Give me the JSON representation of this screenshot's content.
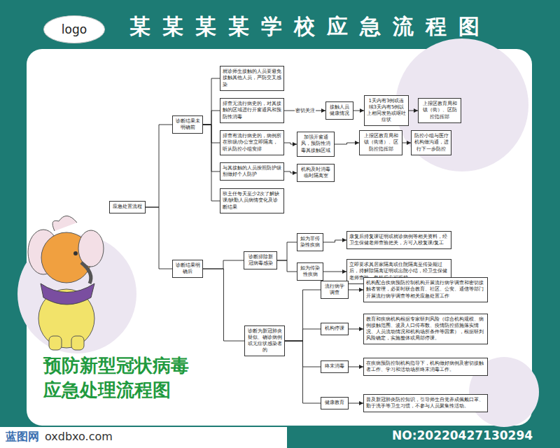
{
  "diagram": {
    "title": "某某某某学校应急流程图",
    "nodes": [
      {
        "text": [
          "应急处置流程"
        ]
      },
      {
        "text": [
          "诊断结果未明确前"
        ]
      },
      {
        "text": [
          "就诊师生接触的人员要避免接触其他人员，严防交叉感染"
        ]
      },
      {
        "text": [
          "排查无流行病史的，对其接触的区域进行开窗通风和预防性消毒"
        ]
      },
      {
        "text": [
          "接触人员健康情况"
        ]
      },
      {
        "text": [
          "1天内有3例或连续3天内有5例以上相同发热或呕吐症状"
        ]
      },
      {
        "text": [
          "上报区教育局和镇（街）、区防控指挥部"
        ]
      },
      {
        "text": [
          "排查有流行病史的，病例所在班级/办公室立即隔离，听从防控小组安排"
        ]
      },
      {
        "text": [
          "加强开窗通风，预防性消毒其接触区域"
        ]
      },
      {
        "text": [
          "上报区教育局和镇（街道）、区防控指挥部"
        ]
      },
      {
        "text": [
          "防控小组与医疗机构做沟通，进行下一步防控"
        ]
      },
      {
        "text": [
          "与其接触的人员按照防护级别做好个人防护"
        ]
      },
      {
        "text": [
          "机构及时消毒临时隔离室"
        ]
      },
      {
        "text": [
          "班主任每天至少2次了解缺课/缺勤人员病情变化及诊断结果"
        ]
      },
      {
        "text": [
          "诊断结果明确后"
        ]
      },
      {
        "text": [
          "诊断排除新冠病毒感染"
        ]
      },
      {
        "text": [
          "如为非传染性疾病"
        ]
      },
      {
        "text": [
          "康复后持复课证明或就诊病例等相关资料，经卫生保健老师查验把关，方可入校复课/复工"
        ]
      },
      {
        "text": [
          "如为传染性疾病"
        ]
      },
      {
        "text": [
          "立即要求其居家隔离或住院隔离至传染期过后，持解除隔离证明或出院小结，经卫生保健老师查验，复核后方可返校。"
        ]
      },
      {
        "text": [
          "诊断为新冠肺炎疑似、确诊病例或无症状感染者的"
        ]
      },
      {
        "text": [
          "流行病学调查"
        ]
      },
      {
        "text": [
          "机构配合疾病预防控制机构开展流行病学调查和密切接触者管理，必要时联合教育、社区、公安、通信等部门开展流行病学调查等相关应急处置工作"
        ]
      },
      {
        "text": [
          "机构停课"
        ]
      },
      {
        "text": [
          "教育和疾病机构根据专家研判风险（综合机构规模、病例接触范围、波及人口传布数、疫情防控措施落实情况、人员流动情况和机构场所条件等因素），根据研判风险确定，实施整体或局部停课。"
        ]
      },
      {
        "text": [
          "终末消毒"
        ]
      },
      {
        "text": [
          "在疾病预防控制机构指导下，机构做好病例及密切接触者工作、学习和活动场所终末消毒工作。"
        ]
      },
      {
        "text": [
          "健康教育"
        ]
      },
      {
        "text": [
          "普及新冠肺炎防控知识，引导师生自觉养成佩戴口罩、勤于洗手等卫生习惯，不参与人员聚集性活动。"
        ]
      },
      {
        "text": [
          "logo"
        ]
      }
    ],
    "edges": [
      {
        "from": 0,
        "to": 1,
        "arrow": "none"
      },
      {
        "from": 0,
        "to": 14,
        "arrow": "none"
      },
      {
        "from": 1,
        "to": 2,
        "arrow": "none"
      },
      {
        "from": 1,
        "to": 3,
        "arrow": "none"
      },
      {
        "from": 1,
        "to": 7,
        "arrow": "none"
      },
      {
        "from": 1,
        "to": 11,
        "arrow": "none"
      },
      {
        "from": 1,
        "to": 13,
        "arrow": "none"
      },
      {
        "from": 3,
        "to": 4,
        "label": "密切关注",
        "arrow": "to"
      },
      {
        "from": 4,
        "to": 5,
        "arrow": "to"
      },
      {
        "from": 5,
        "to": 6,
        "arrow": "to"
      },
      {
        "from": 7,
        "to": 8,
        "arrow": "to"
      },
      {
        "from": 8,
        "to": 9,
        "arrow": "to"
      },
      {
        "from": 9,
        "to": 10,
        "arrow": "to"
      },
      {
        "from": 11,
        "to": 12,
        "arrow": "to"
      },
      {
        "from": 14,
        "to": 15,
        "arrow": "none"
      },
      {
        "from": 14,
        "to": 20,
        "arrow": "none"
      },
      {
        "from": 15,
        "to": 16,
        "arrow": "none"
      },
      {
        "from": 15,
        "to": 18,
        "arrow": "none"
      },
      {
        "from": 16,
        "to": 17,
        "arrow": "to"
      },
      {
        "from": 18,
        "to": 19,
        "arrow": "to"
      },
      {
        "from": 20,
        "to": 21,
        "arrow": "none"
      },
      {
        "from": 20,
        "to": 23,
        "arrow": "none"
      },
      {
        "from": 20,
        "to": 25,
        "arrow": "none"
      },
      {
        "from": 20,
        "to": 27,
        "arrow": "none"
      },
      {
        "from": 21,
        "to": 22,
        "arrow": "to"
      },
      {
        "from": 23,
        "to": 24,
        "arrow": "to"
      },
      {
        "from": 25,
        "to": 26,
        "arrow": "to"
      },
      {
        "from": 27,
        "to": 28,
        "arrow": "to"
      }
    ],
    "labels": [
      "预防新型冠状病毒",
      "应急处理流程图",
      "蓝图网",
      "oxdbxo.com",
      "NO:20220427130294"
    ]
  }
}
